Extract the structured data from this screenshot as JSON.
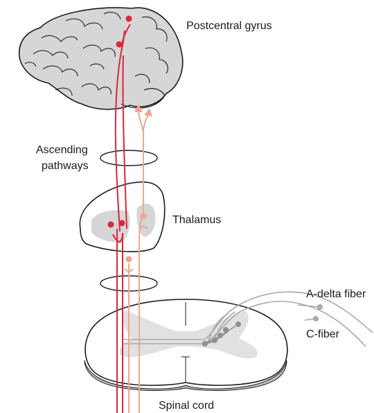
{
  "labels": {
    "postcentral_gyrus": "Postcentral gyrus",
    "ascending_line1": "Ascending",
    "ascending_line2": "pathways",
    "thalamus": "Thalamus",
    "a_delta_fiber": "A-delta fiber",
    "c_fiber": "C-fiber",
    "spinal_cord": "Spinal cord"
  },
  "colors": {
    "primary_pathway": "#d7273a",
    "secondary_pathway": "#f2a48f",
    "tissue_fill": "#d6d6d6",
    "gray_matter": "#e1e1e1",
    "afferent_fiber": "#a9a9a9",
    "outline": "#1a1a1a"
  }
}
